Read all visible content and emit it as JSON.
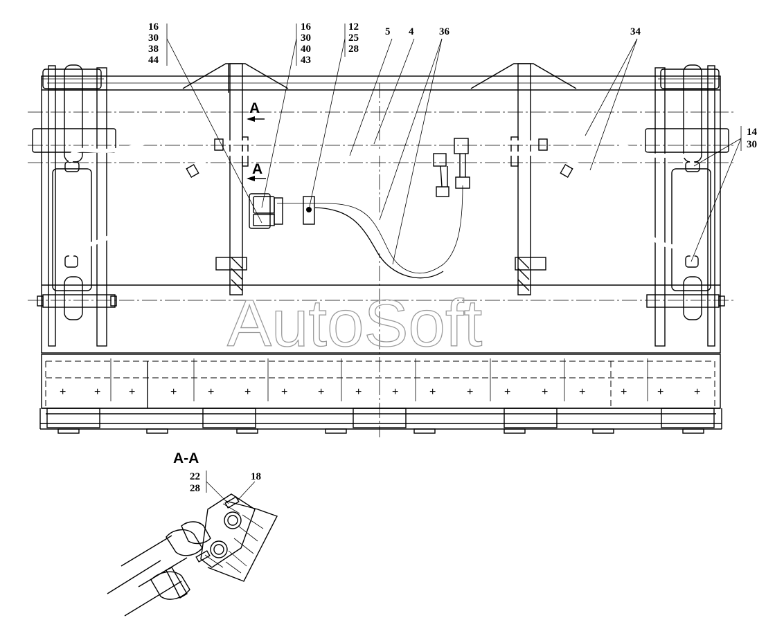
{
  "callouts": {
    "c1": [
      "16",
      "30",
      "38",
      "44"
    ],
    "c2": [
      "16",
      "30",
      "40",
      "43"
    ],
    "c3": [
      "12",
      "25",
      "28"
    ],
    "c4": "5",
    "c5": "4",
    "c6": "36",
    "c7": "34",
    "c8": [
      "14",
      "30"
    ],
    "c9": [
      "22",
      "28"
    ],
    "c10": "18"
  },
  "section": {
    "marker_top": "A",
    "marker_bottom": "A",
    "title": "A-A"
  },
  "watermark": "AutoSoft"
}
